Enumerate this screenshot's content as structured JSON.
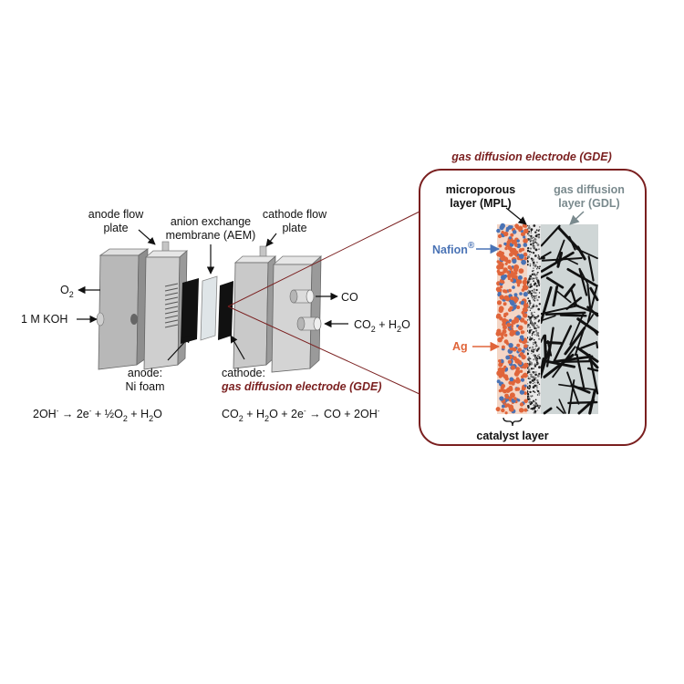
{
  "gde_panel": {
    "title": "gas diffusion electrode (GDE)",
    "mpl_label": [
      "microporous",
      "layer (MPL)"
    ],
    "gdl_label": [
      "gas diffusion",
      "layer (GDL)"
    ],
    "nafion_label": "Nafion",
    "nafion_sup": "®",
    "ag_label": "Ag",
    "catalyst_label": "catalyst layer"
  },
  "cell": {
    "anode_plate_label": [
      "anode flow",
      "plate"
    ],
    "aem_label": [
      "anion exchange",
      "membrane (AEM)"
    ],
    "cathode_plate_label": [
      "cathode flow",
      "plate"
    ],
    "o2_main": "O",
    "o2_sub": "2",
    "koh_label": "1 M KOH",
    "co_label": "CO",
    "co2_in": {
      "a": "CO",
      "a_sub": "2",
      "b": " + H",
      "b_sub": "2",
      "c": "O"
    },
    "anode_label": [
      "anode:",
      "Ni foam"
    ],
    "cathode_label": "cathode:",
    "cathode_gde": "gas diffusion electrode (GDE)"
  },
  "equations": {
    "anode": {
      "p1": "2OH",
      "p1_sup": "-",
      "p2": " → 2e",
      "p2_sup": "-",
      "p3": " + ½O",
      "p3_sub": "2",
      "p4": " + H",
      "p4_sub": "2",
      "p5": "O"
    },
    "cathode": {
      "p1": "CO",
      "p1_sub": "2",
      "p2": " + H",
      "p2_sub": "2",
      "p3": "O + 2e",
      "p3_sup": "-",
      "p4": " → CO + 2OH",
      "p4_sup": "-"
    }
  },
  "colors": {
    "frame": "#7a1f1f",
    "ag": "#e0653a",
    "nafion": "#4a73b5",
    "gdl_bg": "#cfd6d6",
    "plate_light": "#d0d0d0",
    "plate_dark": "#8a8a8a"
  }
}
